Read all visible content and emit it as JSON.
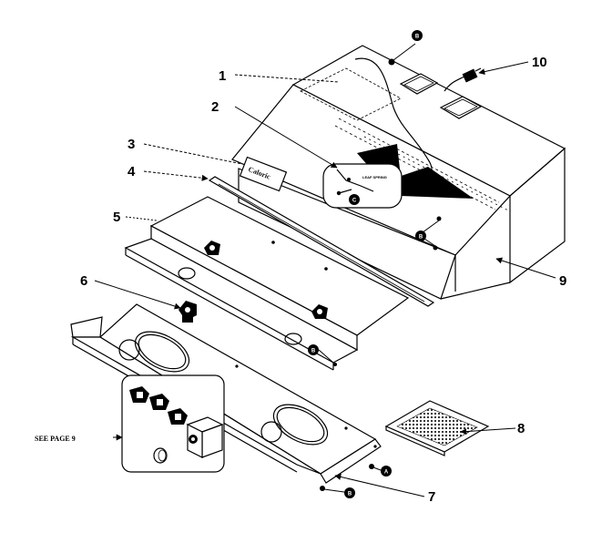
{
  "callouts": {
    "c1": "1",
    "c2": "2",
    "c3": "3",
    "c4": "4",
    "c5": "5",
    "c6": "6",
    "c7": "7",
    "c8": "8",
    "c9": "9",
    "c10": "10"
  },
  "refs": {
    "a": "A",
    "b": "B",
    "c": "C"
  },
  "see_page_label": "SEE PAGE 9",
  "brand_label": "Caloric",
  "inset_label": "LEAF SPRING"
}
